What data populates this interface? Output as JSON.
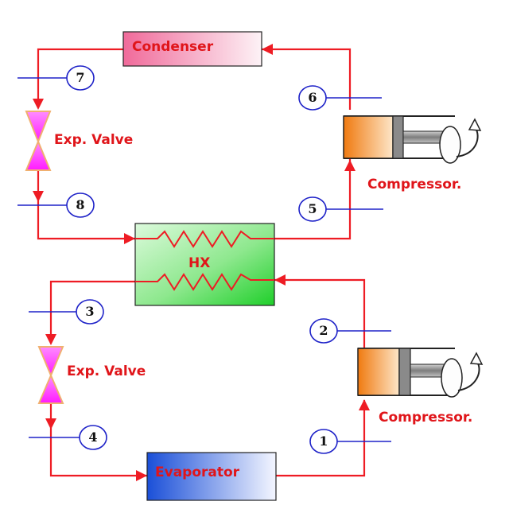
{
  "components": {
    "condenser": {
      "label": "Condenser",
      "text_color": "#e0151a"
    },
    "evaporator": {
      "label": "Evaporator",
      "text_color": "#e0151a"
    },
    "hx": {
      "label": "HX",
      "text_color": "#e0151a"
    },
    "exp_valve_high": {
      "label": "Exp. Valve"
    },
    "exp_valve_low": {
      "label": "Exp. Valve"
    },
    "compressor_high": {
      "label": "Compressor."
    },
    "compressor_low": {
      "label": "Compressor."
    }
  },
  "states": [
    {
      "id": "state-1",
      "label": "1"
    },
    {
      "id": "state-2",
      "label": "2"
    },
    {
      "id": "state-3",
      "label": "3"
    },
    {
      "id": "state-4",
      "label": "4"
    },
    {
      "id": "state-5",
      "label": "5"
    },
    {
      "id": "state-6",
      "label": "6"
    },
    {
      "id": "state-7",
      "label": "7"
    },
    {
      "id": "state-8",
      "label": "8"
    }
  ],
  "colors": {
    "flow_line": "#ee1c24",
    "state_line": "#1e22c8",
    "valve": "#ff33ff",
    "label_red": "#e0151a"
  }
}
